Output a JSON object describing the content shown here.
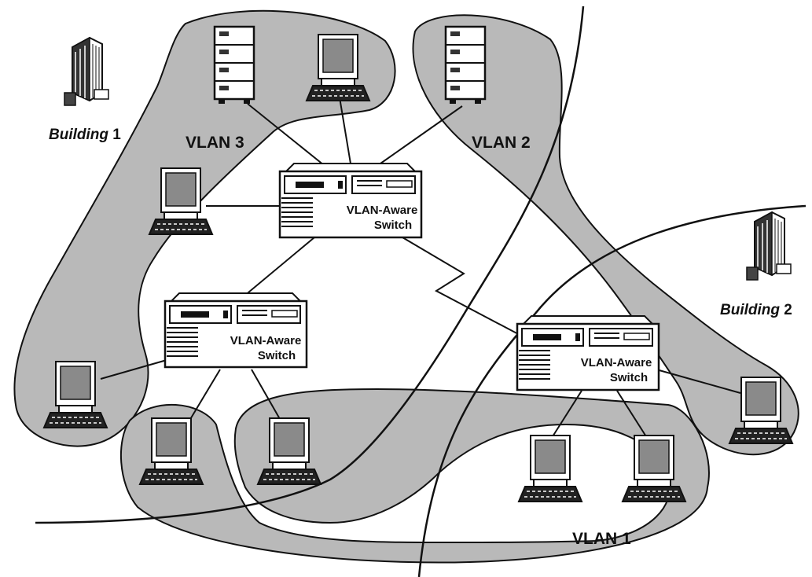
{
  "diagram": {
    "buildings": [
      {
        "italic": "Building",
        "num": " 1"
      },
      {
        "italic": "Building",
        "num": " 2"
      }
    ],
    "vlans": [
      "VLAN 3",
      "VLAN 2",
      "VLAN 1"
    ],
    "switches": [
      {
        "line1": "VLAN-Aware",
        "line2": "Switch"
      },
      {
        "line1": "VLAN-Aware",
        "line2": "Switch"
      },
      {
        "line1": "VLAN-Aware",
        "line2": "Switch"
      }
    ]
  },
  "colors": {
    "vlan_fill": "#b9b9b9",
    "stroke": "#111111",
    "screen": "#8a8a8a",
    "background": "#ffffff"
  },
  "icons": [
    "computer-icon",
    "server-icon",
    "building-icon",
    "switch-icon"
  ]
}
